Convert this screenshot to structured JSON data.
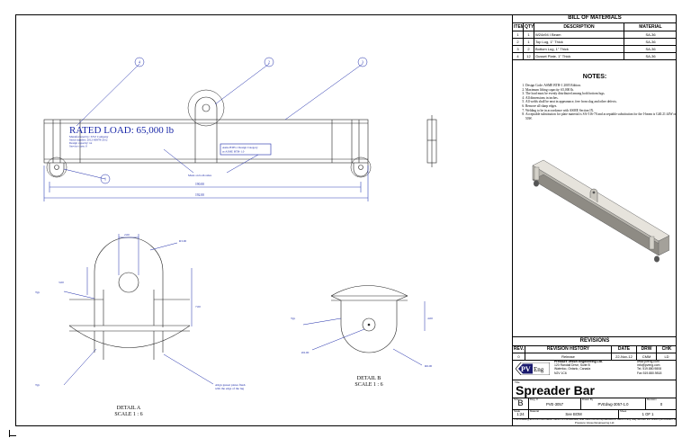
{
  "bom": {
    "title": "BILL OF MATERIALS",
    "headers": [
      "ITEM",
      "QTY",
      "DESCRIPTION",
      "MATERIAL"
    ],
    "rows": [
      {
        "item": "1",
        "qty": "1",
        "desc": "W24x94 I Beam",
        "mat": "SA-36"
      },
      {
        "item": "2",
        "qty": "1",
        "desc": "Top Lug, 1\" Thick",
        "mat": "SA-36"
      },
      {
        "item": "3",
        "qty": "2",
        "desc": "Bottom Lug, 1\" Thick",
        "mat": "SA-36"
      },
      {
        "item": "4",
        "qty": "12",
        "desc": "Gusset Plate, 1\" Thick",
        "mat": "SA-36"
      }
    ]
  },
  "notes": {
    "title": "NOTES:",
    "items": [
      "Design Code: ASME BTH-1 2005 Edition.",
      "Maximum lifting capacity: 65,000 lb.",
      "The load must be evenly distributed among both bottom lugs.",
      "All dimensions in inches.",
      "All welds shall be neat in appearance, free from slag and other defects.",
      "Remove all sharp edges.",
      "Welding to be in accordance with ASME Section IX.",
      "Acceptable substitution for plate material is SA-516-70 and acceptable substitution for the I-beam is G40.21 44W or 50W."
    ]
  },
  "revisions": {
    "title": "REVISIONS",
    "headers": [
      "REV.",
      "REVISION HISTORY",
      "DATE",
      "DRW",
      "CHK"
    ],
    "rows": [
      {
        "rev": "0",
        "desc": "Release",
        "date": "22-Nov-12",
        "drw": "CMM",
        "chk": "LD"
      }
    ]
  },
  "company": {
    "logo_text": "PVEng",
    "name": "Pressure Vessel Engineering Ltd.",
    "address": [
      "120 Randall Drive, Suite B",
      "Waterloo, Ontario, Canada",
      "N2V 1C6"
    ],
    "contact": [
      "www.pveng.com",
      "info@pveng.com",
      "Tel. 519.880.9808",
      "Fax 519.880.9818"
    ]
  },
  "title_block": {
    "title_caption": "Title",
    "title": "Spreader Bar",
    "size_caption": "Size",
    "size": "B",
    "dwg_caption": "Dwg. #",
    "dwg": "PVE-3057",
    "drawn_caption": "Drawn By",
    "drawn": "PVEdwg-3057-1.0",
    "rev_caption": "Revision",
    "rev": "0",
    "scale_caption": "Scale",
    "scale": "1:24",
    "sheet_desc_caption": "Material",
    "sheet_desc": "See BOM",
    "sheet_caption": "Sheet",
    "sheet": "1 OF 1",
    "disclaimer": "This drawing and the information herein is confidential, and must not be reproduced or used in any way without the written permission of Pressure Vessel Engineering Ltd."
  },
  "main_view": {
    "rated_load": "RATED LOAD: 65,000 lb",
    "mfr_lines": [
      "Manufactured by: XYZ Company",
      "Serial number: 2012-00878-2012",
      "Design capacity: xx",
      "Service class: 0"
    ],
    "box_note": [
      "Asme BTH-1 Design Category",
      "as ASME BTH-1.0"
    ],
    "mark_note": "Mark on both sides",
    "balloons": [
      "4",
      "2",
      "1",
      "3"
    ],
    "dim1": "190.00",
    "dim2": "192.00"
  },
  "detail_a": {
    "label": "DETAIL A",
    "scale": "SCALE 1 : 6",
    "dims": [
      "2.00",
      "R3.00",
      "3.00",
      "7.00"
    ],
    "callout_typ": "Typ",
    "gusset_note": [
      "Align gusset plates flush",
      "with the edge of the lug"
    ]
  },
  "detail_b": {
    "label": "DETAIL B",
    "scale": "SCALE 1 : 6",
    "dims": [
      "4.00",
      "Ø2.00",
      "R6.00"
    ],
    "callout_typ": "Typ"
  }
}
